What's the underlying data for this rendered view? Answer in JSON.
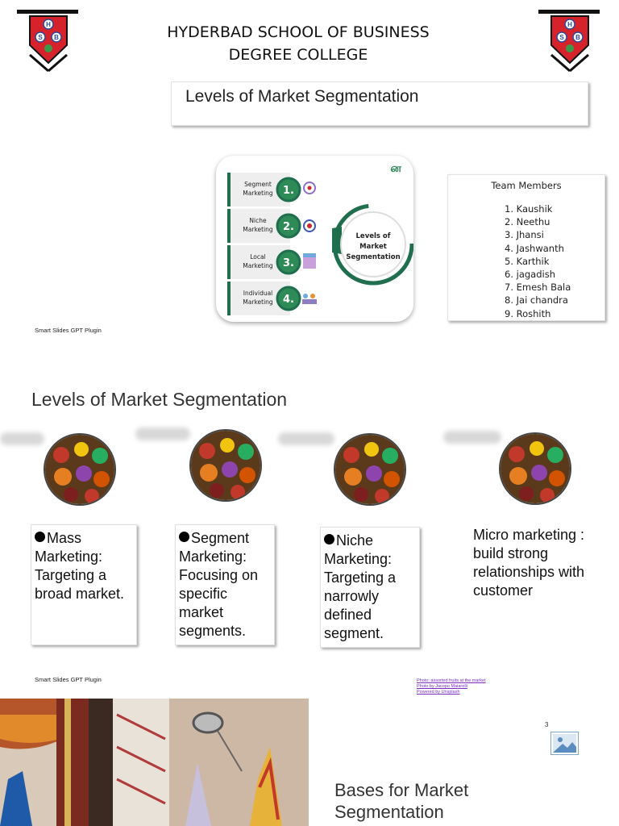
{
  "colors": {
    "accent_green": "#2e8b57",
    "dark_green": "#1f6e4e",
    "shield_red": "#d6222b",
    "shield_blue": "#2d4a9b"
  },
  "logos": {
    "left_letters": [
      "H",
      "S",
      "B"
    ],
    "right_letters": [
      "H",
      "S",
      "B"
    ]
  },
  "header": {
    "college_line1": "HYDERBAD SCHOOL OF BUSINESS",
    "college_line2": "DEGREE COLLEGE"
  },
  "slide1": {
    "title": "Levels of Market Segmentation",
    "infographic": {
      "brand": "ன",
      "items": [
        {
          "label_line1": "Segment",
          "label_line2": "Marketing",
          "number": "1."
        },
        {
          "label_line1": "Niche",
          "label_line2": "Marketing",
          "number": "2."
        },
        {
          "label_line1": "Local",
          "label_line2": "Marketing",
          "number": "3."
        },
        {
          "label_line1": "Individual",
          "label_line2": "Marketing",
          "number": "4."
        }
      ],
      "center_line1": "Levels of",
      "center_line2": "Market",
      "center_line3": "Segmentation"
    },
    "team": {
      "heading": "Team Members",
      "members": [
        "1. Kaushik",
        "2. Neethu",
        "3. Jhansi",
        "4. Jashwanth",
        "5. Karthik",
        "6. jagadish",
        "7. Emesh Bala",
        "8. Jai chandra",
        "9. Roshith"
      ]
    },
    "footer": "Smart Slides GPT Plugin"
  },
  "slide2": {
    "title": "Levels of Market Segmentation",
    "cards": [
      {
        "text": "Mass Marketing: Targeting a broad market."
      },
      {
        "text": "Segment Marketing: Focusing on specific market segments."
      },
      {
        "text": "Niche Marketing: Targeting a narrowly defined segment."
      }
    ],
    "micro": "Micro marketing : build strong relationships with customer",
    "footer": "Smart Slides GPT Plugin",
    "credits": [
      "Photo: assorted fruits at the market",
      "Photo by Jacopo Maiarelli",
      "Powered by Unsplash"
    ]
  },
  "slide3": {
    "title": "Bases for Market Segmentation",
    "page_number": "3"
  }
}
